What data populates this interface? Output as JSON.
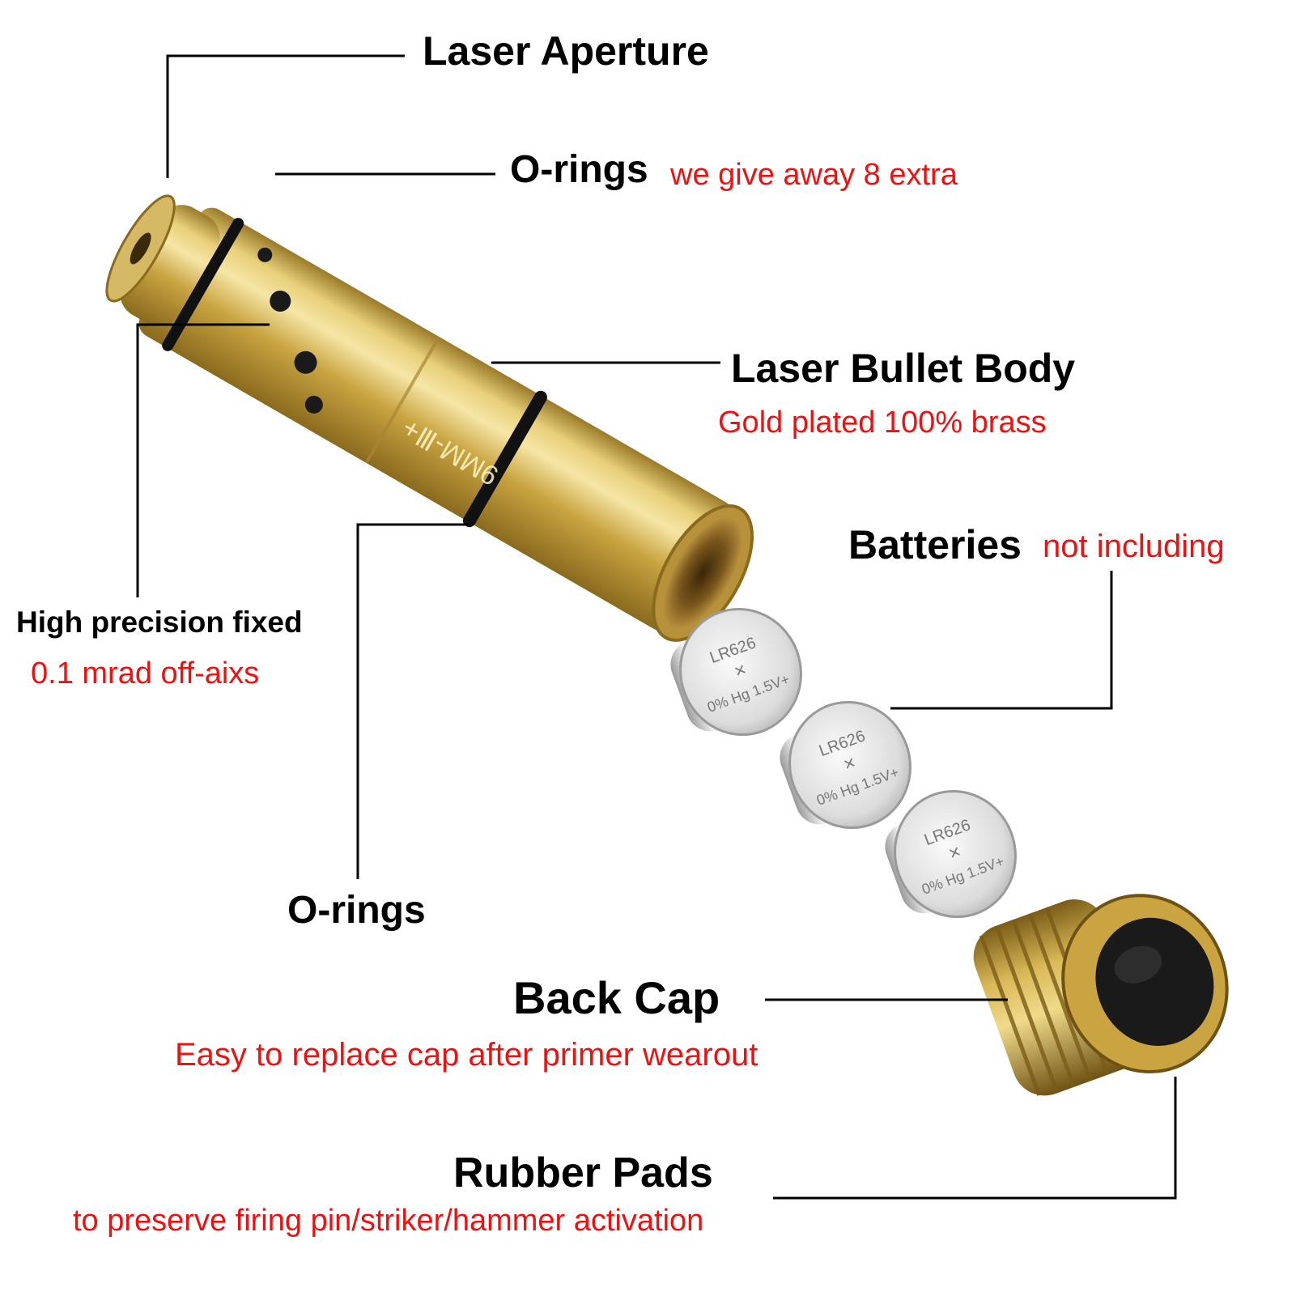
{
  "colors": {
    "accent_red": "#ee1111",
    "heading": "#000000",
    "leader_line": "#000000",
    "brass": "#c9a441",
    "battery_silver": "#c8c8c8",
    "rubber_pad": "#1a1a1a"
  },
  "labels": {
    "laser_aperture": "Laser Aperture",
    "orings_top": "O-rings",
    "orings_top_note": "we give away 8 extra",
    "laser_bullet_body": "Laser Bullet Body",
    "laser_bullet_body_note": "Gold plated 100% brass",
    "batteries": "Batteries",
    "batteries_note": "not including",
    "high_precision": "High precision fixed",
    "high_precision_note": "0.1 mrad off-aixs",
    "orings_bottom": "O-rings",
    "back_cap": "Back Cap",
    "back_cap_note": "Easy to replace cap after primer wearout",
    "rubber_pads": "Rubber Pads",
    "rubber_pads_note": "to preserve firing pin/striker/hammer activation"
  },
  "product": {
    "engraving": "9MM-Ⅲ+",
    "battery": {
      "model": "LR626",
      "mark": "×",
      "spec": "0% Hg 1.5V+"
    }
  }
}
